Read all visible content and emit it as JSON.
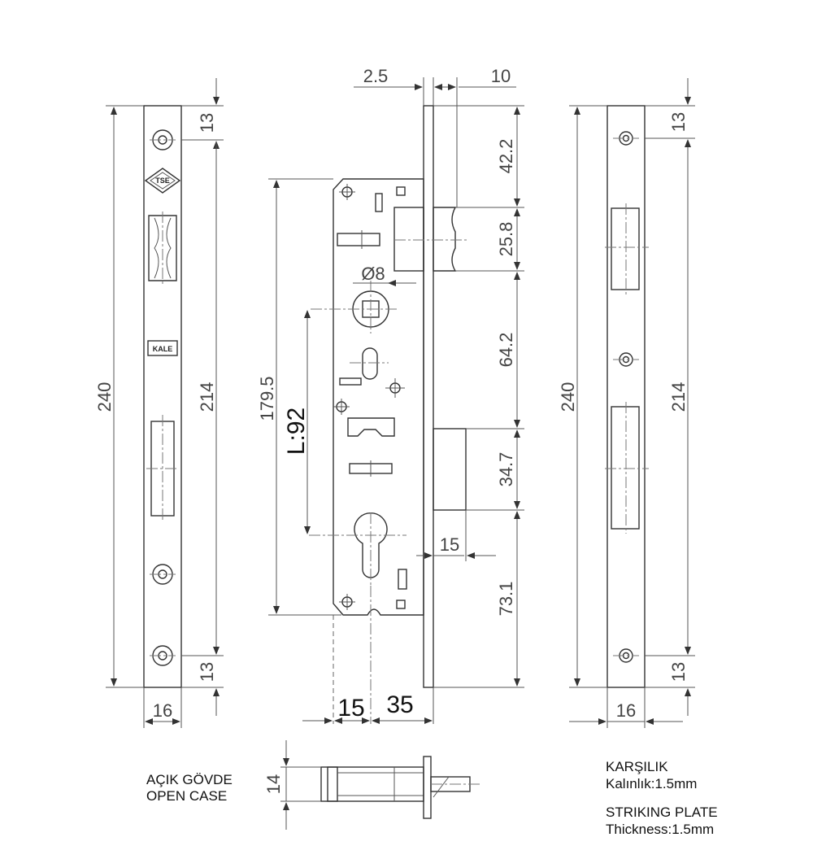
{
  "dimensions": {
    "d2_5": "2.5",
    "d10": "10",
    "d42_2": "42.2",
    "d25_8": "25.8",
    "d64_2": "64.2",
    "d34_7": "34.7",
    "d73_1": "73.1",
    "d15_latch": "15",
    "d179_5": "179.5",
    "l92": "L:92",
    "dia8": "Ø8",
    "backset15": "15",
    "backset35": "35",
    "left_total": "240",
    "left_inner": "214",
    "left_top": "13",
    "left_bottom": "13",
    "left_width": "16",
    "right_total": "240",
    "right_inner": "214",
    "right_top": "13",
    "right_bottom": "13",
    "right_width": "16",
    "case_thickness": "14"
  },
  "logos": {
    "tse": "TSE",
    "kale": "KALE"
  },
  "notes": {
    "open_case_tr": "AÇIK GÖVDE",
    "open_case_en": "OPEN CASE",
    "striking_tr": "KARŞILIK",
    "thickness_tr": "Kalınlık:1.5mm",
    "striking_en": "STRIKING PLATE",
    "thickness_en": "Thickness:1.5mm"
  }
}
